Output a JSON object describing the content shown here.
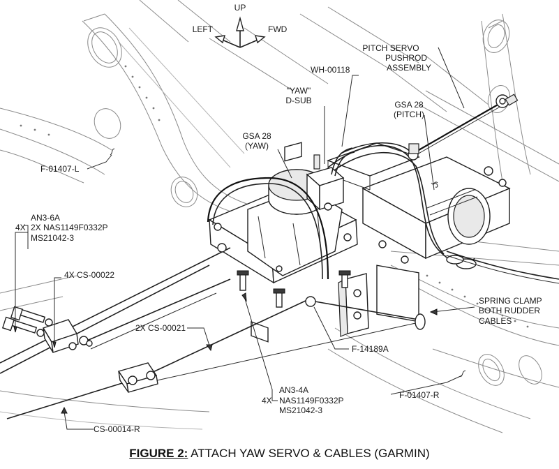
{
  "orientation": {
    "up": "UP",
    "left": "LEFT",
    "fwd": "FWD"
  },
  "labels": {
    "pitch_servo_pushrod": [
      "PITCH SERVO",
      "PUSHROD",
      "ASSEMBLY"
    ],
    "wh_00118": "WH-00118",
    "yaw_dsub": [
      "\"YAW\"",
      "D-SUB"
    ],
    "gsa28_pitch": [
      "GSA 28",
      "(PITCH)"
    ],
    "gsa28_yaw": [
      "GSA 28",
      "(YAW)"
    ],
    "f_01407_l": "F-01407-L",
    "hw_left": {
      "qty": "4X",
      "lines": [
        "AN3-6A",
        "2X NAS1149F0332P",
        "MS21042-3"
      ]
    },
    "cs_00022": "4X CS-00022",
    "cs_00021": "2X CS-00021",
    "spring_clamp": [
      "SPRING CLAMP",
      "BOTH RUDDER",
      "CABLES"
    ],
    "f_14189a": "F-14189A",
    "f_01407_r": "F-01407-R",
    "hw_center": {
      "qty": "4X",
      "lines": [
        "AN3-4A",
        "NAS1149F0332P",
        "MS21042-3"
      ]
    },
    "cs_00014_r": "CS-00014-R"
  },
  "caption": {
    "label": "FIGURE 2:",
    "text": " ATTACH YAW SERVO & CABLES (GARMIN)"
  }
}
